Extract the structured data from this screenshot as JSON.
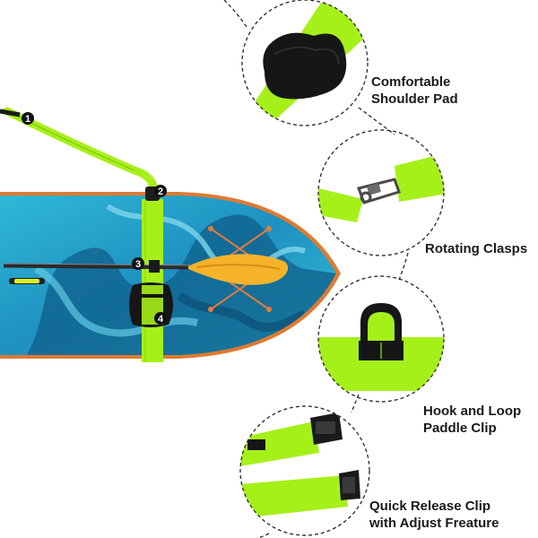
{
  "features": [
    {
      "lines": [
        "Comfortable",
        "Shoulder Pad"
      ],
      "icon": "shoulder-pad-icon"
    },
    {
      "lines": [
        "Rotating Clasps"
      ],
      "icon": "rotating-clasp-icon"
    },
    {
      "lines": [
        "Hook and Loop",
        "Paddle Clip"
      ],
      "icon": "hook-loop-clip-icon"
    },
    {
      "lines": [
        "Quick Release Clip",
        "with Adjust Freature"
      ],
      "icon": "quick-release-clip-icon"
    }
  ],
  "markers": [
    "1",
    "2",
    "3",
    "4"
  ],
  "colors": {
    "strap": "#a6f01a",
    "board": "#1fa3c4",
    "board_dark": "#0f5f8a",
    "board_rim": "#e07a30",
    "paddle_blade": "#f6b22a",
    "pad": "#161616",
    "dashed_circle": "#333333"
  }
}
